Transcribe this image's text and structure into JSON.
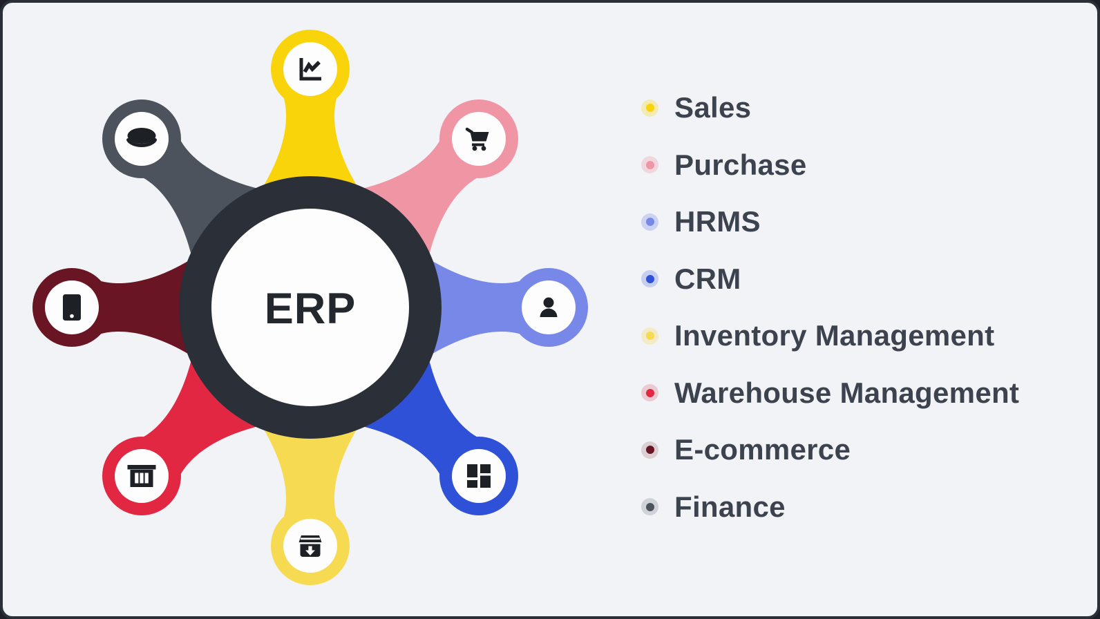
{
  "frame": {
    "background": "#f1f3f6",
    "border_color": "#2a2f38"
  },
  "diagram": {
    "center_label": "ERP",
    "center_ring_color": "#2a2f38",
    "center_disc_color": "#fdfdfe",
    "center_text_color": "#23272e",
    "node_disc_color": "#fdfdfe",
    "icon_color": "#1d2126",
    "nodes": [
      {
        "label": "Sales",
        "icon": "line-chart-icon",
        "color": "#fad40b",
        "angle": -90
      },
      {
        "label": "Purchase",
        "icon": "shopping-cart-icon",
        "color": "#f095a4",
        "angle": -45
      },
      {
        "label": "HRMS",
        "icon": "person-icon",
        "color": "#7788e8",
        "angle": 0
      },
      {
        "label": "CRM",
        "icon": "dashboard-grid-icon",
        "color": "#2f51d7",
        "angle": 45
      },
      {
        "label": "Inventory Management",
        "icon": "archive-box-icon",
        "color": "#f6db52",
        "angle": 90
      },
      {
        "label": "Warehouse Management",
        "icon": "bank-building-icon",
        "color": "#e22743",
        "angle": 135
      },
      {
        "label": "E-commerce",
        "icon": "mobile-phone-icon",
        "color": "#6a1523",
        "angle": 180
      },
      {
        "label": "Finance",
        "icon": "coin-icon",
        "color": "#4d535d",
        "angle": -135
      }
    ]
  },
  "legend": {
    "text_color": "#3d434e",
    "items": [
      {
        "label": "Sales",
        "color": "#fad40b",
        "halo": "rgba(250,212,11,0.28)"
      },
      {
        "label": "Purchase",
        "color": "#f095a4",
        "halo": "rgba(240,149,164,0.30)"
      },
      {
        "label": "HRMS",
        "color": "#7788e8",
        "halo": "rgba(119,136,232,0.30)"
      },
      {
        "label": "CRM",
        "color": "#2f51d7",
        "halo": "rgba(47,81,215,0.22)"
      },
      {
        "label": "Inventory Management",
        "color": "#f6db52",
        "halo": "rgba(246,219,82,0.30)"
      },
      {
        "label": "Warehouse Management",
        "color": "#e22743",
        "halo": "rgba(226,39,67,0.20)"
      },
      {
        "label": "E-commerce",
        "color": "#6a1523",
        "halo": "rgba(106,21,35,0.16)"
      },
      {
        "label": "Finance",
        "color": "#4d535d",
        "halo": "rgba(77,83,93,0.20)"
      }
    ]
  }
}
